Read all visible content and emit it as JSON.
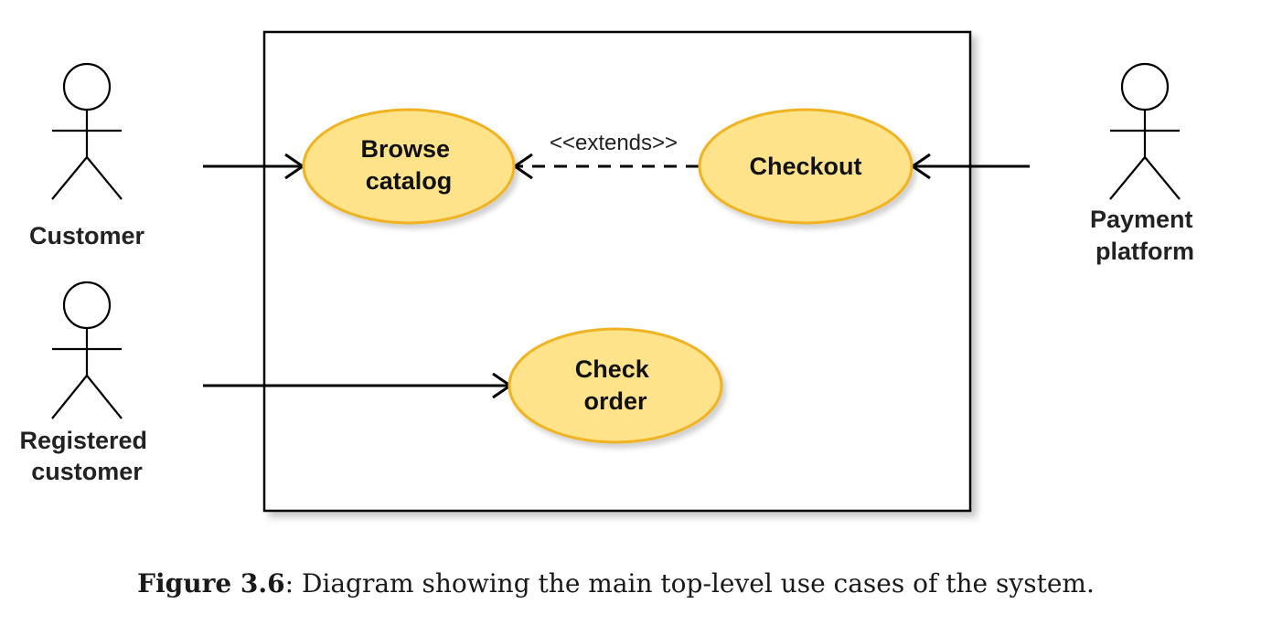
{
  "actors": [
    {
      "id": "customer",
      "lines": [
        "Customer"
      ]
    },
    {
      "id": "registered-customer",
      "lines": [
        "Registered",
        "customer"
      ]
    },
    {
      "id": "payment-platform",
      "lines": [
        "Payment",
        "platform"
      ]
    }
  ],
  "use_cases": [
    {
      "id": "browse-catalog",
      "lines": [
        "Browse",
        "catalog"
      ]
    },
    {
      "id": "checkout",
      "lines": [
        "Checkout"
      ]
    },
    {
      "id": "check-order",
      "lines": [
        "Check",
        "order"
      ]
    }
  ],
  "relations": [
    {
      "from": "customer",
      "to": "browse-catalog",
      "type": "association"
    },
    {
      "from": "registered-customer",
      "to": "check-order",
      "type": "association"
    },
    {
      "from": "payment-platform",
      "to": "checkout",
      "type": "association"
    },
    {
      "from": "checkout",
      "to": "browse-catalog",
      "type": "extends",
      "label": "<<extends>>"
    }
  ],
  "colors": {
    "usecase_fill": "#FFE38A",
    "usecase_stroke": "#F0B323",
    "line": "#000000",
    "actor_fill": "#FFFFFF"
  },
  "caption": {
    "number": "Figure 3.6",
    "text": ": Diagram showing the main top-level use cases of the system."
  }
}
